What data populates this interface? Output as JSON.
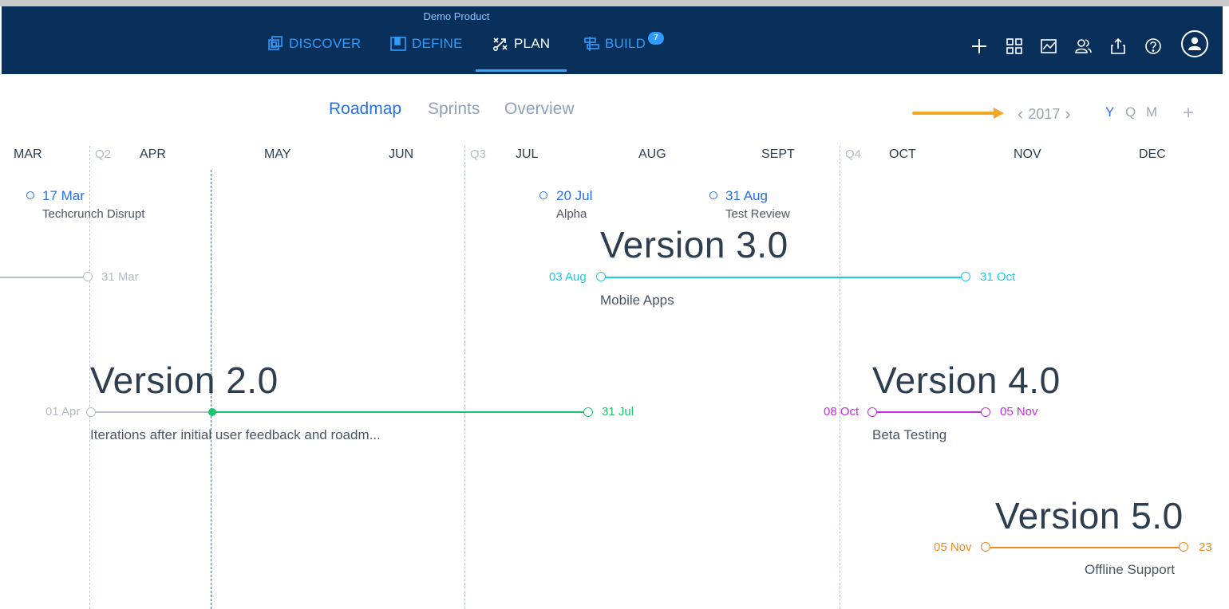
{
  "header": {
    "product_name": "Demo Product",
    "tabs": [
      {
        "label": "DISCOVER"
      },
      {
        "label": "DEFINE"
      },
      {
        "label": "PLAN"
      },
      {
        "label": "BUILD"
      }
    ],
    "active_tab": "PLAN",
    "build_badge": "7",
    "right_icons": [
      "plus-icon",
      "grid-icon",
      "chart-icon",
      "users-icon",
      "share-icon",
      "help-icon",
      "user-avatar-icon"
    ]
  },
  "subnav": {
    "tabs": [
      {
        "label": "Roadmap"
      },
      {
        "label": "Sprints"
      },
      {
        "label": "Overview"
      }
    ],
    "active": "Roadmap",
    "year_prev": "‹",
    "year": "2017",
    "year_next": "›",
    "scales": [
      "Y",
      "Q",
      "M"
    ],
    "active_scale": "Y",
    "add": "+"
  },
  "timeline": {
    "months": [
      "MAR",
      "APR",
      "MAY",
      "JUN",
      "JUL",
      "AUG",
      "SEPT",
      "OCT",
      "NOV",
      "DEC"
    ],
    "quarters": [
      "Q2",
      "Q3",
      "Q4"
    ]
  },
  "milestones": [
    {
      "date": "17 Mar",
      "name": "Techcrunch Disrupt"
    },
    {
      "date": "20 Jul",
      "name": "Alpha"
    },
    {
      "date": "31 Aug",
      "name": "Test Review"
    }
  ],
  "releases": [
    {
      "prev_end": "31 Mar"
    },
    {
      "title": "Version 2.0",
      "start": "01 Apr",
      "end": "31 Jul",
      "desc": "Iterations after initial user feedback and roadm...",
      "color": "#1bc46b",
      "progress_color": "#b8bfd0"
    },
    {
      "title": "Version 3.0",
      "start": "03 Aug",
      "end": "31 Oct",
      "desc": "Mobile Apps",
      "color": "#22c9e0"
    },
    {
      "title": "Version 4.0",
      "start": "08 Oct",
      "end": "05 Nov",
      "desc": "Beta Testing",
      "color": "#c22fe0"
    },
    {
      "title": "Version 5.0",
      "start": "05 Nov",
      "end": "23",
      "desc": "Offline Support",
      "color": "#f08a1d"
    }
  ],
  "colors": {
    "nav_bg": "#08305a",
    "accent": "#2b6fe6",
    "arrow": "#f5a623"
  }
}
